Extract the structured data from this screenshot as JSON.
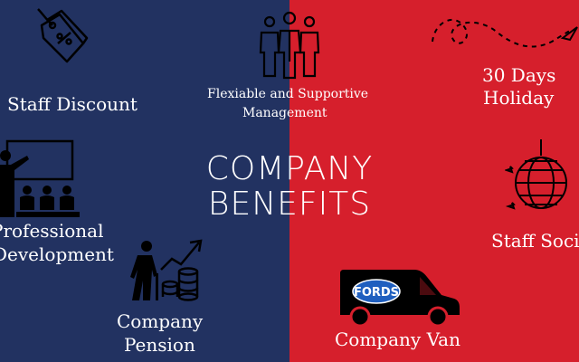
{
  "colors": {
    "left_bg": "#223261",
    "right_bg": "#d61f2c",
    "text": "#ffffff",
    "icon": "#000000"
  },
  "title": {
    "line1": "COMPANY",
    "line2": "BENEFITS"
  },
  "benefits": [
    {
      "label": "Staff Discount",
      "icon": "price-tag-icon"
    },
    {
      "label_line1": "Flexiable and Supportive",
      "label_line2": "Management",
      "icon": "team-icon"
    },
    {
      "label_line1": "30 Days",
      "label_line2": "Holiday",
      "icon": "travel-path-icon"
    },
    {
      "label_line1": "Professional",
      "label_line2": "Development",
      "icon": "teacher-presentation-icon"
    },
    {
      "label": "Staff Social",
      "icon": "disco-ball-icon"
    },
    {
      "label_line1": "Company",
      "label_line2": "Pension",
      "icon": "pension-growth-icon"
    },
    {
      "label": "Company Van",
      "icon": "van-icon",
      "van_logo": "FORDS"
    }
  ]
}
